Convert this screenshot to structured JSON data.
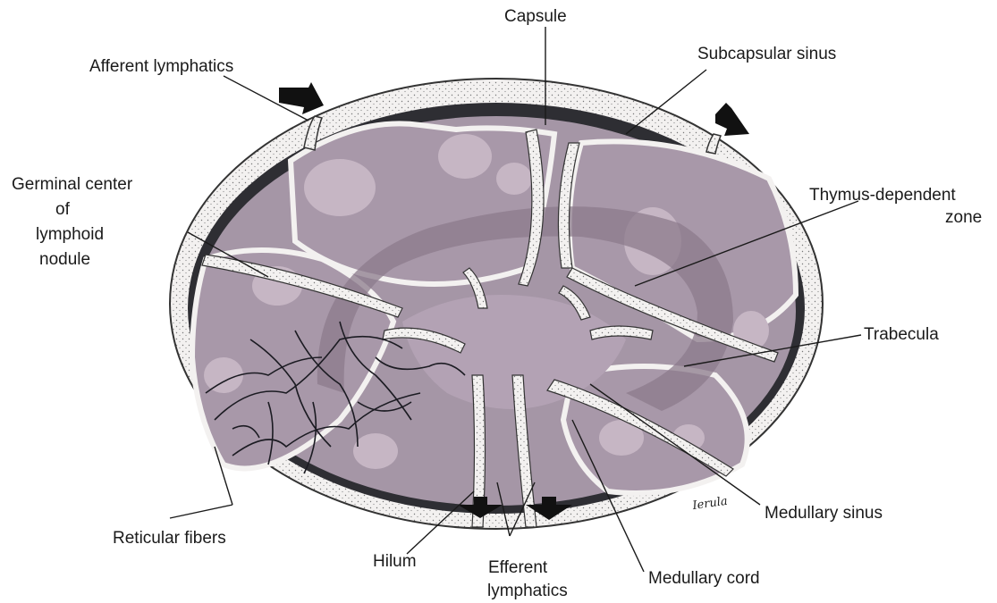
{
  "labels": {
    "capsule": "Capsule",
    "afferent_lymphatics": "Afferent lymphatics",
    "subcapsular_sinus": "Subcapsular sinus",
    "germinal_center_line1": "Germinal center",
    "germinal_center_line2": "of",
    "germinal_center_line3": "lymphoid",
    "germinal_center_line4": "nodule",
    "thymus_dependent_line1": "Thymus-dependent",
    "thymus_dependent_line2": "zone",
    "trabecula": "Trabecula",
    "medullary_sinus": "Medullary sinus",
    "reticular_fibers": "Reticular fibers",
    "hilum": "Hilum",
    "efferent_line1": "Efferent",
    "efferent_line2": "lymphatics",
    "medullary_cord": "Medullary cord"
  },
  "signature": "Ierula",
  "colors": {
    "capsule_fill": "#f1efee",
    "sinus_dark": "#2e2e33",
    "cortex_fill": "#a596a6",
    "nodule_light": "#c6b6c4",
    "paracortex_band": "#8c7b8c",
    "medulla_fill": "#b3a2b4",
    "fibers": "#1b1b22"
  }
}
